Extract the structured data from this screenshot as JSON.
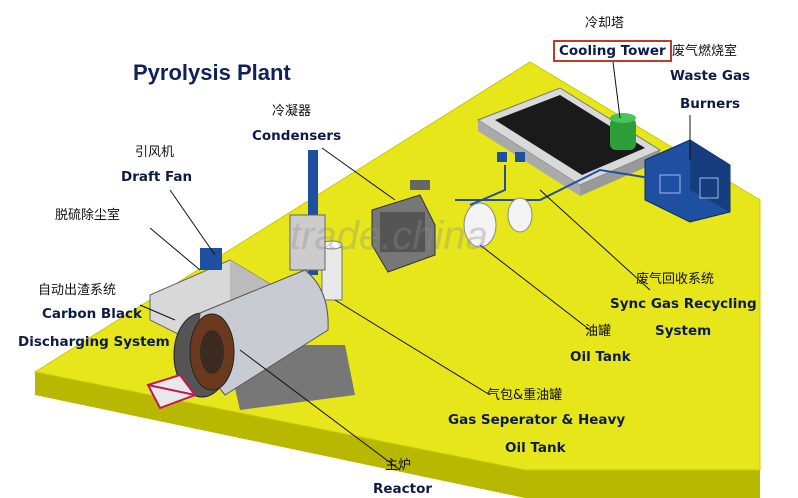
{
  "title": "Pyrolysis Plant",
  "watermark": "trade.china",
  "colors": {
    "platform": "#e6e61a",
    "platform_edge": "#b8b800",
    "equipment": "#cfcfcf",
    "blue": "#1f4fa0",
    "green": "#2e9e3a",
    "red": "#c0392b"
  },
  "labels": {
    "cooling_tower": {
      "cn": "冷却塔",
      "en": "Cooling Tower"
    },
    "waste_gas": {
      "cn": "废气燃烧室",
      "en1": "Waste Gas",
      "en2": "Burners"
    },
    "condensers": {
      "cn": "冷凝器",
      "en": "Condensers"
    },
    "draft_fan": {
      "cn": "引风机",
      "en": "Draft Fan"
    },
    "desulfur": {
      "cn": "脱硫除尘室"
    },
    "carbon_black": {
      "cn": "自动出渣系统",
      "en1": "Carbon Black",
      "en2": "Discharging System"
    },
    "sync_gas": {
      "cn": "废气回收系统",
      "en1": "Sync Gas Recycling",
      "en2": "System"
    },
    "oil_tank": {
      "cn": "油罐",
      "en": "Oil Tank"
    },
    "gas_separator": {
      "cn": "气包&重油罐",
      "en1": "Gas Seperator & Heavy",
      "en2": "Oil Tank"
    },
    "reactor": {
      "cn": "主炉",
      "en": "Reactor"
    }
  }
}
